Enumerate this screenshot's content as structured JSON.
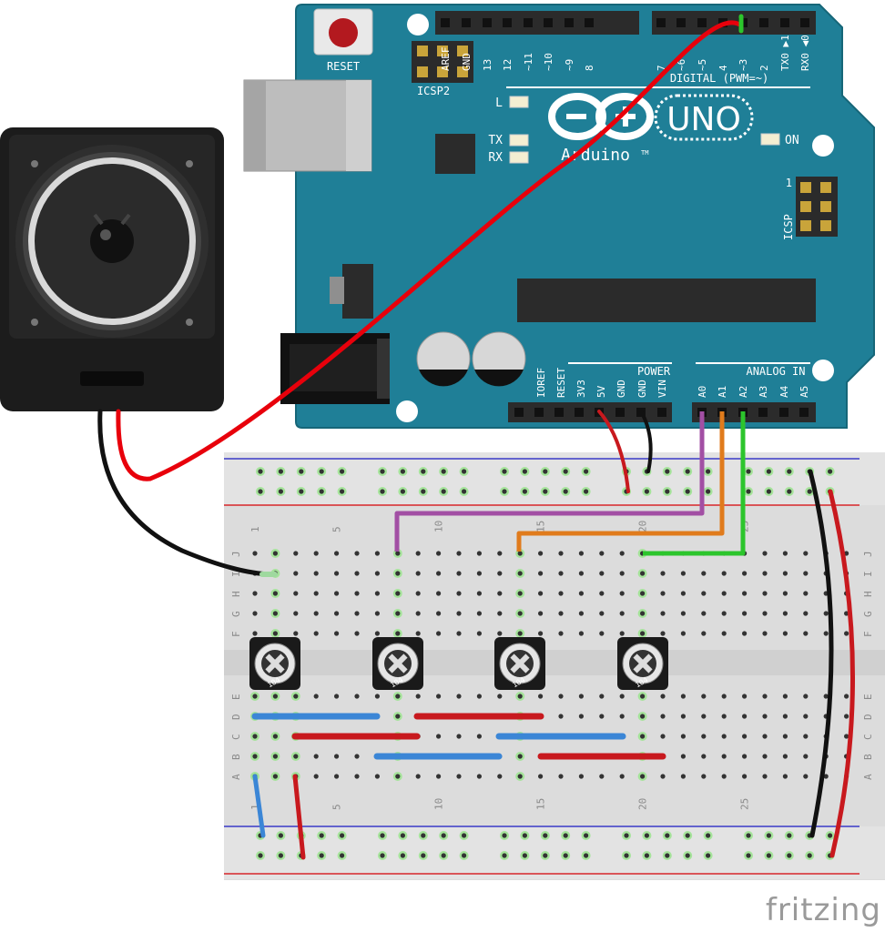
{
  "board": {
    "reset": "RESET",
    "icsp2": "ICSP2",
    "icsp": "ICSP",
    "icsp_pin1": "1",
    "digital_title": "DIGITAL (PWM=~)",
    "digital_pins": [
      "AREF",
      "GND",
      "13",
      "12",
      "~11",
      "~10",
      "~9",
      "8",
      "7",
      "~6",
      "~5",
      "4",
      "~3",
      "2",
      "TX0 ▶1",
      "RX0 ◀0"
    ],
    "led_l": "L",
    "led_tx": "TX",
    "led_rx": "RX",
    "led_on": "ON",
    "logo_uno": "UNO",
    "logo_brand": "Arduino",
    "logo_tm": "TM",
    "power_title": "POWER",
    "power_pins": [
      "IOREF",
      "RESET",
      "3V3",
      "5V",
      "GND",
      "GND",
      "VIN"
    ],
    "analog_title": "ANALOG IN",
    "analog_pins": [
      "A0",
      "A1",
      "A2",
      "A3",
      "A4",
      "A5"
    ]
  },
  "breadboard": {
    "row_letters_top": [
      "J",
      "I",
      "H",
      "G",
      "F"
    ],
    "row_letters_bottom": [
      "E",
      "D",
      "C",
      "B",
      "A"
    ],
    "column_numbers": [
      "1",
      "5",
      "10",
      "15",
      "20",
      "25"
    ]
  },
  "potentiometer_code": "104",
  "footer": {
    "logo": "fritzing"
  },
  "colors": {
    "board": "#1f7f97",
    "wire_red": "#e8000b",
    "wire_black": "#111111",
    "wire_purple": "#a24fa4",
    "wire_orange": "#e07b1c",
    "wire_green": "#2cc52c",
    "jumper_blue": "#3b86d6",
    "jumper_red": "#c8191e"
  }
}
